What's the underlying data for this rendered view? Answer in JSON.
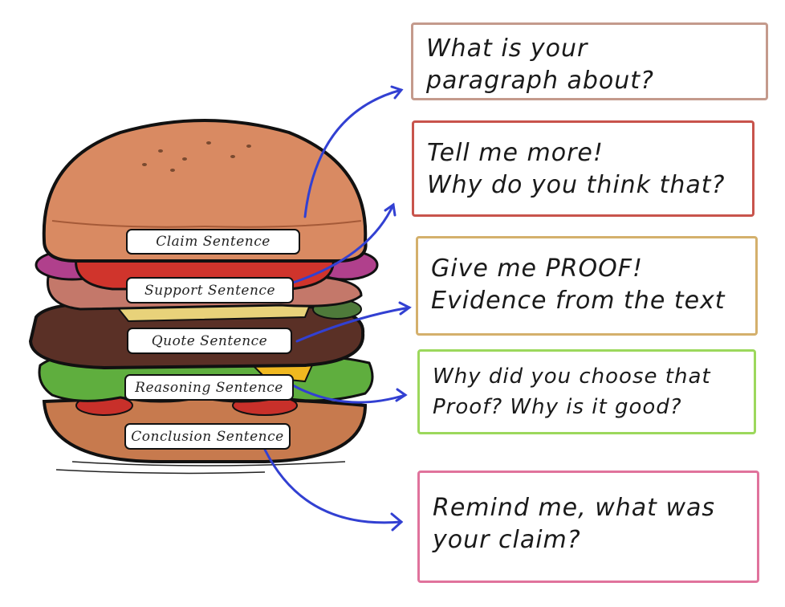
{
  "burger_labels": {
    "claim": "Claim Sentence",
    "support": "Support Sentence",
    "quote": "Quote Sentence",
    "reasoning": "Reasoning Sentence",
    "conclusion": "Conclusion Sentence"
  },
  "boxes": [
    {
      "line1": "What is your",
      "line2": "paragraph about?",
      "color": "#c49a8c"
    },
    {
      "line1": "Tell me more!",
      "line2": "Why do you think that?",
      "color": "#c8544c"
    },
    {
      "line1": "Give me PROOF!",
      "line2": "Evidence from the text",
      "color": "#d4b06c"
    },
    {
      "line1": "Why did you choose that",
      "line2": "Proof? Why is it good?",
      "color": "#9cd85c"
    },
    {
      "line1": "Remind me, what was",
      "line2": "your claim?",
      "color": "#e0739c"
    }
  ],
  "arrow_color": "#3240d2"
}
